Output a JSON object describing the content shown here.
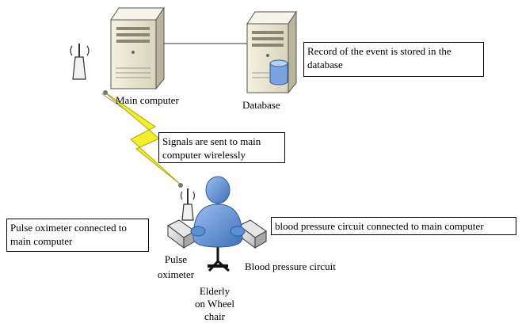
{
  "diagram": {
    "main_computer_label": "Main computer",
    "database_label": "Database",
    "record_note": "Record of the event is stored in the database",
    "signals_note": "Signals are sent to main computer wirelessly",
    "pulse_oximeter_note": "Pulse oximeter connected to main computer",
    "bp_note": "blood pressure circuit connected to main computer",
    "pulse_oximeter_label_line1": "Pulse",
    "pulse_oximeter_label_line2": "oximeter",
    "bp_circuit_label": "Blood pressure circuit",
    "elderly_label_line1": "Elderly",
    "elderly_label_line2": "on Wheel",
    "elderly_label_line3": "chair"
  },
  "colors": {
    "server_body": "#e9e6d2",
    "server_side": "#b9b49a",
    "lightning": "#f2ee2a",
    "person": "#5b8fd6",
    "database_cylinder": "#7aa4e0"
  }
}
